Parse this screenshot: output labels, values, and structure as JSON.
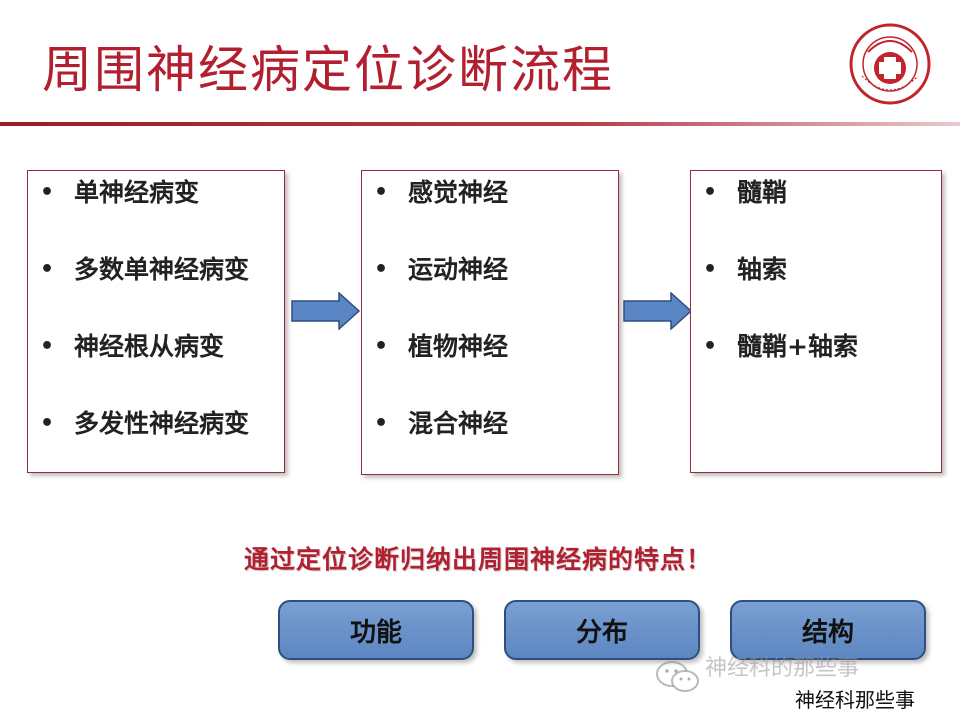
{
  "slide": {
    "title": "周围神经病定位诊断流程",
    "boxes": [
      {
        "items": [
          "单神经病变",
          "多数单神经病变",
          "神经根从病变",
          "多发性神经病变"
        ]
      },
      {
        "items": [
          "感觉神经",
          "运动神经",
          "植物神经",
          "混合神经"
        ]
      },
      {
        "items": [
          "髓鞘",
          "轴索",
          "髓鞘+轴索"
        ]
      }
    ],
    "bullet": "•",
    "callout": "通过定位诊断归纳出周围神经病的特点！",
    "pills": [
      "功能",
      "分布",
      "结构"
    ]
  },
  "watermark": {
    "faded_text": "神经科的那些事",
    "account": "神经科那些事"
  },
  "colors": {
    "title": "#b22030",
    "rule": "#a01a2a",
    "arrow": "#5b86c5",
    "pill": "#6a93cb"
  },
  "icons": [
    "hospital-logo-icon",
    "arrow-right-icon",
    "wechat-icon"
  ]
}
